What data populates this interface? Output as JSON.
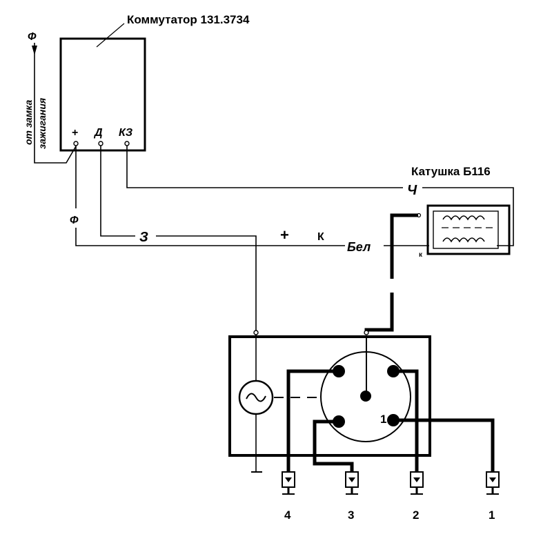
{
  "commutator": {
    "title": "Коммутатор 131.3734",
    "pin_plus": "+",
    "pin_d": "Д",
    "pin_kz": "КЗ"
  },
  "coil": {
    "title": "Катушка Б116",
    "terminal_k": "к"
  },
  "ignition_source": {
    "line1": "от замка",
    "line2": "зажигания"
  },
  "wire_labels": {
    "f_top": "Ф",
    "f_left": "Ф",
    "z": "З",
    "plus": "+",
    "k": "К",
    "bel": "Бел",
    "ch": "Ч"
  },
  "distributor": {
    "contact_1": "1",
    "plug_4": "4",
    "plug_3": "3",
    "plug_2": "2",
    "plug_1": "1"
  }
}
